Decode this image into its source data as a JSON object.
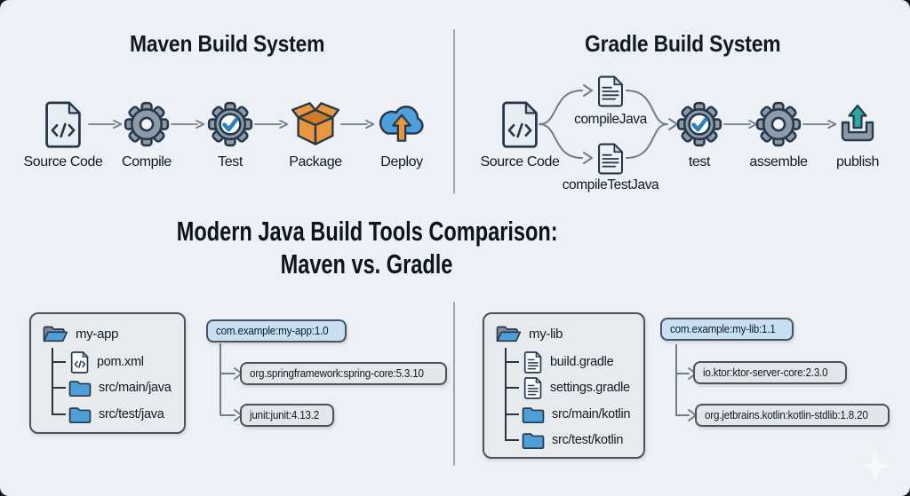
{
  "top_left": {
    "title": "Maven Build System",
    "steps": [
      {
        "label": "Source Code",
        "icon": "file-code-icon"
      },
      {
        "label": "Compile",
        "icon": "gear-icon"
      },
      {
        "label": "Test",
        "icon": "gear-check-icon"
      },
      {
        "label": "Package",
        "icon": "package-box-icon"
      },
      {
        "label": "Deploy",
        "icon": "cloud-upload-icon"
      }
    ]
  },
  "top_right": {
    "title": "Gradle Build System",
    "source": {
      "label": "Source Code",
      "icon": "file-code-icon"
    },
    "fork_tasks": [
      {
        "label": "compileJava",
        "icon": "document-icon"
      },
      {
        "label": "compileTestJava",
        "icon": "document-icon"
      }
    ],
    "steps": [
      {
        "label": "test",
        "icon": "gear-check-icon"
      },
      {
        "label": "assemble",
        "icon": "gear-icon"
      },
      {
        "label": "publish",
        "icon": "tray-upload-icon"
      }
    ]
  },
  "center": {
    "title_line1": "Modern Java Build Tools Comparison:",
    "title_line2": "Maven vs. Gradle"
  },
  "bottom_left": {
    "project_tree": {
      "root": "my-app",
      "items": [
        {
          "label": "pom.xml",
          "icon": "code-file-icon"
        },
        {
          "label": "src/main/java",
          "icon": "folder-icon"
        },
        {
          "label": "src/test/java",
          "icon": "folder-icon"
        }
      ]
    },
    "dependency_tree": {
      "root": "com.example:my-app:1.0",
      "dependencies": [
        {
          "label": "org.springframework:spring-core:5.3.10"
        },
        {
          "label": "junit:junit:4.13.2"
        }
      ]
    }
  },
  "bottom_right": {
    "project_tree": {
      "root": "my-lib",
      "items": [
        {
          "label": "build.gradle",
          "icon": "document-file-icon"
        },
        {
          "label": "settings.gradle",
          "icon": "document-file-icon"
        },
        {
          "label": "src/main/kotlin",
          "icon": "folder-icon"
        },
        {
          "label": "src/test/kotlin",
          "icon": "folder-icon"
        }
      ]
    },
    "dependency_tree": {
      "root": "com.example:my-lib:1.1",
      "dependencies": [
        {
          "label": "io.ktor:ktor-server-core:2.3.0"
        },
        {
          "label": "org.jetbrains.kotlin:kotlin-stdlib:1.8.20"
        }
      ]
    }
  },
  "colors": {
    "background": "#edf1f6",
    "outline": "#26384c",
    "gray_fill": "#8e9aa7",
    "blue": "#4d9fd7",
    "orange": "#ea963e",
    "teal": "#2ba8a2",
    "check_blue": "#2f80b6",
    "card_fill": "#e7ebee",
    "card_border": "#49535e",
    "chip_blue_fill": "#c7dff1",
    "chip_gray_fill": "#e3e7ea",
    "arrow_gray": "#6f7d89",
    "divider": "#9aa6b1",
    "text": "#101a24"
  }
}
